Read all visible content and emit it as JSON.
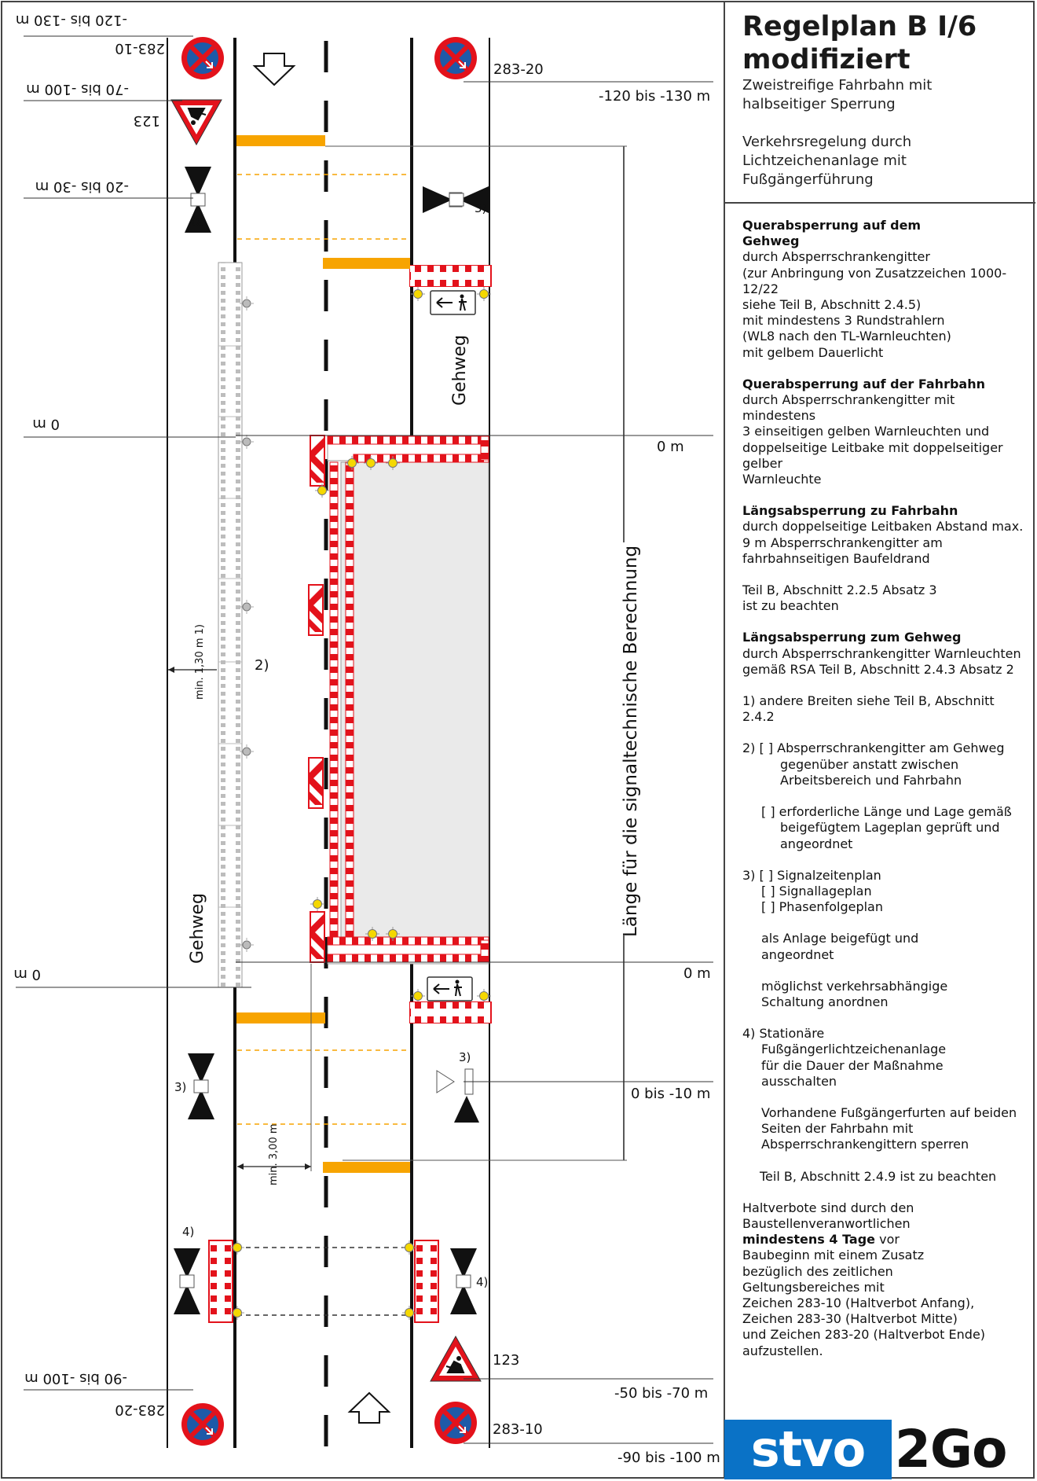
{
  "title": {
    "line1": "Regelplan B I/6",
    "line2": "modifiziert",
    "sub1": "Zweistreifige Fahrbahn mit",
    "sub2": "halbseitiger Sperrung",
    "sub3": "Verkehrsregelung durch",
    "sub4": "Lichtzeichenanlage mit",
    "sub5": "Fußgängerführung"
  },
  "notes": {
    "querabsperrung_gehweg": {
      "heading1": "Querabsperrung auf dem",
      "heading2": "Gehweg",
      "lines": [
        "durch Absperrschrankengitter",
        "(zur Anbringung von Zusatzzeichen 1000-12/22",
        "siehe Teil B, Abschnitt 2.4.5)",
        "mit mindestens 3 Rundstrahlern",
        "(WL8 nach den TL-Warnleuchten)",
        "mit gelbem Dauerlicht"
      ]
    },
    "querabsperrung_fahrbahn": {
      "heading": "Querabsperrung auf der Fahrbahn",
      "lines": [
        "durch Absperrschrankengitter mit mindestens",
        "3 einseitigen gelben Warnleuchten und",
        "doppelseitige Leitbake mit doppelseitiger gelber",
        "Warnleuchte"
      ]
    },
    "laengsabsperrung_fahrbahn": {
      "heading": "Längsabsperrung zu Fahrbahn",
      "lines": [
        "durch doppelseitige Leitbaken Abstand max.",
        "9 m Absperrschrankengitter am",
        "fahrbahnseitigen Baufeldrand"
      ]
    },
    "teil_b_225": [
      "Teil B, Abschnitt 2.2.5 Absatz 3",
      "ist zu beachten"
    ],
    "laengsabsperrung_gehweg": {
      "heading": "Längsabsperrung zum Gehweg",
      "lines": [
        "durch Absperrschrankengitter Warnleuchten",
        "gemäß RSA Teil B, Abschnitt 2.4.3 Absatz 2"
      ]
    },
    "note1": "1) andere Breiten siehe Teil B, Abschnitt 2.4.2",
    "note2": {
      "l1": "2) [ ] Absperrschrankengitter am Gehweg",
      "l2": "gegenüber anstatt zwischen",
      "l3": "Arbeitsbereich und Fahrbahn",
      "l4": "[ ] erforderliche Länge und Lage gemäß",
      "l5": "beigefügtem Lageplan geprüft und",
      "l6": "angeordnet"
    },
    "note3": {
      "l1": "3) [ ] Signalzeitenplan",
      "l2": "[ ] Signallageplan",
      "l3": "[ ] Phasenfolgeplan",
      "l4": "als Anlage beigefügt und",
      "l5": "angeordnet",
      "l6": "möglichst verkehrsabhängige",
      "l7": "Schaltung anordnen"
    },
    "note4": {
      "l1": "4) Stationäre",
      "l2": "Fußgängerlichtzeichenanlage",
      "l3": "für die Dauer der Maßnahme",
      "l4": "ausschalten",
      "l5": "Vorhandene Fußgängerfurten auf beiden",
      "l6": "Seiten der Fahrbahn mit",
      "l7": "Absperrschrankengittern sperren",
      "l8": "Teil B, Abschnitt 2.4.9 ist zu beachten"
    },
    "haltverbote": {
      "l1": "Haltverbote sind durch den",
      "l2": "Baustellenveranwortlichen",
      "l3": "mindestens 4 Tage",
      "l3b": " vor",
      "l4": "Baubeginn mit einem Zusatz",
      "l5": "bezüglich des zeitlichen",
      "l6": "Geltungsbereiches mit",
      "l7": "Zeichen 283-10 (Haltverbot Anfang),",
      "l8": "Zeichen 283-30 (Haltverbot Mitte)",
      "l9": "und Zeichen 283-20 (Haltverbot Ende)",
      "l10": "aufzustellen."
    }
  },
  "plan": {
    "right_labels": {
      "sign_283_20": "283-20",
      "dist_120_130": "-120 bis -130 m",
      "zero_top": "0 m",
      "zero_bottom": "0 m",
      "dist_0_10": "0 bis -10 m",
      "sign_123": "123",
      "dist_50_70": "-50 bis -70 m",
      "sign_283_10": "283-10",
      "dist_90_100": "-90 bis -100 m"
    },
    "left_labels_rotated": {
      "dist_120_130": "-120 bis -130 m",
      "sign_283_10": "283-10",
      "dist_70_100": "-70 bis -100 m",
      "sign_123": "123",
      "dist_20_30": "-20 bis -30 m",
      "ref3": "3)",
      "zero_top": "0 m",
      "zero_bottom": "0 m",
      "dist_90_100": "-90 bis -100 m",
      "sign_283_20": "283-20"
    },
    "ref3": "3)",
    "ref2": "2)",
    "ref4": "4)",
    "gehweg": "Gehweg",
    "min_130": "min. 1,30 m 1)",
    "min_300": "min. 3,00 m",
    "laenge": "Länge für die signaltechnische Berechnung"
  },
  "logo": {
    "part1": "stvo",
    "part2": "2Go"
  },
  "colors": {
    "barrier_red": "#e3121b",
    "beacon_yellow": "#f5d800",
    "stopline_orange": "#f7a400",
    "sign_blue": "#1e5aa8",
    "work_area_gray": "#eaeaea",
    "logo_blue": "#0a72c6"
  }
}
